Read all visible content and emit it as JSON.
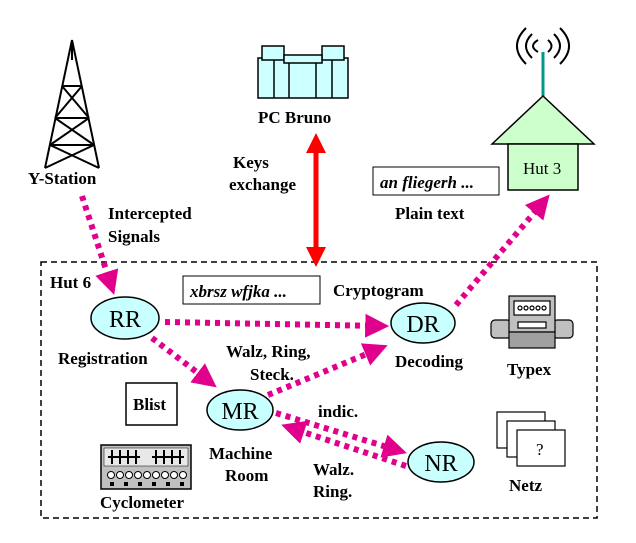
{
  "stations": {
    "y_station": "Y-Station",
    "pc_bruno": "PC Bruno",
    "hut3": "Hut 3",
    "hut6": "Hut 6"
  },
  "edge_labels": {
    "intercepted_1": "Intercepted",
    "intercepted_2": "Signals",
    "keys_1": "Keys",
    "keys_2": "exchange",
    "plain_text": "Plain text",
    "cryptogram": "Cryptogram",
    "walz_ring_steck_1": "Walz, Ring,",
    "walz_ring_steck_2": "Steck.",
    "indic": "indic.",
    "walz_ring_1": "Walz.",
    "walz_ring_2": "Ring."
  },
  "boxes": {
    "plain_text_sample": "an fliegerh ...",
    "cryptogram_sample": "xbrsz wfjka ...",
    "blist": "Blist"
  },
  "nodes": {
    "rr": "RR",
    "dr": "DR",
    "mr": "MR",
    "nr": "NR"
  },
  "node_labels": {
    "registration": "Registration",
    "decoding": "Decoding",
    "machine_room_1": "Machine",
    "machine_room_2": "Room",
    "typex": "Typex",
    "cyclometer": "Cyclometer",
    "netz": "Netz",
    "netz_mark": "?"
  },
  "colors": {
    "arrow_magenta": "#e0008c",
    "arrow_red": "#ff0000",
    "node_fill": "#c8ffff",
    "hut3_fill": "#ccffcc",
    "building_fill": "#ccffff"
  }
}
